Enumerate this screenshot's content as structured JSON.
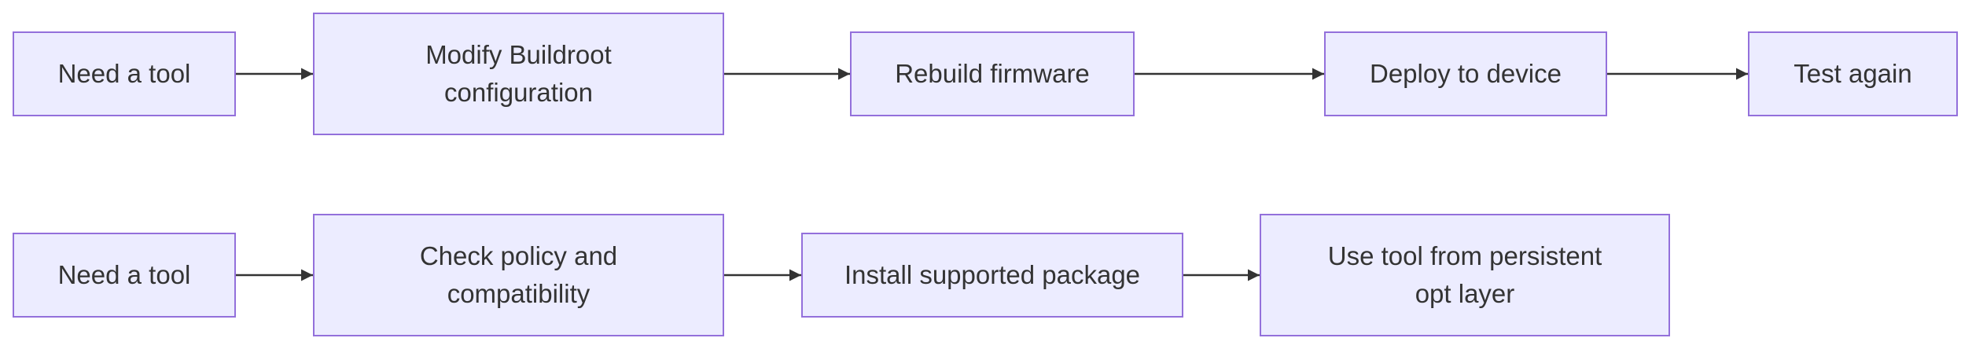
{
  "diagram": {
    "rows": [
      {
        "nodes": [
          {
            "id": "a1",
            "label": "Need a tool"
          },
          {
            "id": "a2",
            "label": "Modify Buildroot configuration"
          },
          {
            "id": "a3",
            "label": "Rebuild firmware"
          },
          {
            "id": "a4",
            "label": "Deploy to device"
          },
          {
            "id": "a5",
            "label": "Test again"
          }
        ]
      },
      {
        "nodes": [
          {
            "id": "b1",
            "label": "Need a tool"
          },
          {
            "id": "b2",
            "label": "Check policy and compatibility"
          },
          {
            "id": "b3",
            "label": "Install supported package"
          },
          {
            "id": "b4",
            "label": "Use tool from persistent opt layer"
          }
        ]
      }
    ],
    "edges": [
      {
        "from": "a1",
        "to": "a2"
      },
      {
        "from": "a2",
        "to": "a3"
      },
      {
        "from": "a3",
        "to": "a4"
      },
      {
        "from": "a4",
        "to": "a5"
      },
      {
        "from": "b1",
        "to": "b2"
      },
      {
        "from": "b2",
        "to": "b3"
      },
      {
        "from": "b3",
        "to": "b4"
      }
    ],
    "colors": {
      "node_fill": "#ECECFF",
      "node_border": "#9370DB",
      "edge": "#333333",
      "text": "#333333"
    }
  }
}
